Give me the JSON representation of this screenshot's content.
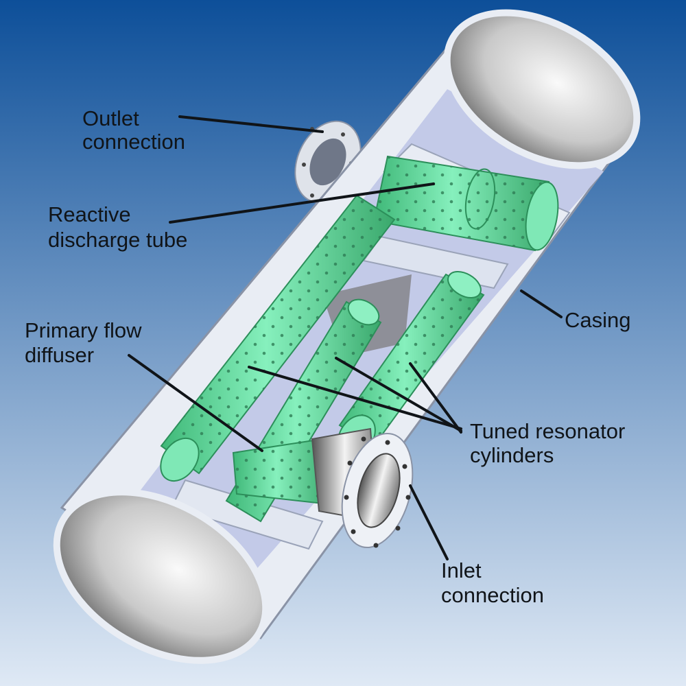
{
  "diagram": {
    "colors": {
      "background_top": "#0d4f99",
      "background_bottom": "#dfe9f5",
      "casing": "#e9edf4",
      "casing_shadow": "#a9b3c6",
      "interior": "#c3cae8",
      "tube_green": "#66e0a6",
      "tube_green_dark": "#2fa063",
      "steel_light": "#f2f2f2",
      "steel_dark": "#6c6c6c",
      "leader": "#101418"
    },
    "labels": {
      "outlet": [
        "Outlet",
        "connection"
      ],
      "reactive": [
        "Reactive",
        "discharge tube"
      ],
      "primary": [
        "Primary flow",
        "diffuser"
      ],
      "casing": [
        "Casing"
      ],
      "tuned": [
        "Tuned resonator",
        "cylinders"
      ],
      "inlet": [
        "Inlet",
        "connection"
      ]
    }
  }
}
